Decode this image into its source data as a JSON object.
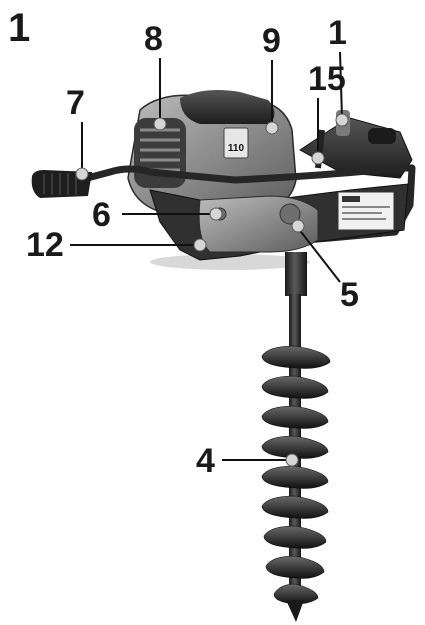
{
  "figure": {
    "number": "1",
    "callouts": [
      {
        "id": "8",
        "label": "8"
      },
      {
        "id": "9",
        "label": "9"
      },
      {
        "id": "1",
        "label": "1"
      },
      {
        "id": "15",
        "label": "15"
      },
      {
        "id": "7",
        "label": "7"
      },
      {
        "id": "6",
        "label": "6"
      },
      {
        "id": "12",
        "label": "12"
      },
      {
        "id": "5",
        "label": "5"
      },
      {
        "id": "4",
        "label": "4"
      }
    ],
    "engine_display": "110"
  },
  "colors": {
    "text": "#1a1a1a",
    "metal": "#8a8a8a",
    "dark_metal": "#3a3a3a",
    "frame": "#2b2b2b",
    "grip": "#1e1e1e"
  }
}
